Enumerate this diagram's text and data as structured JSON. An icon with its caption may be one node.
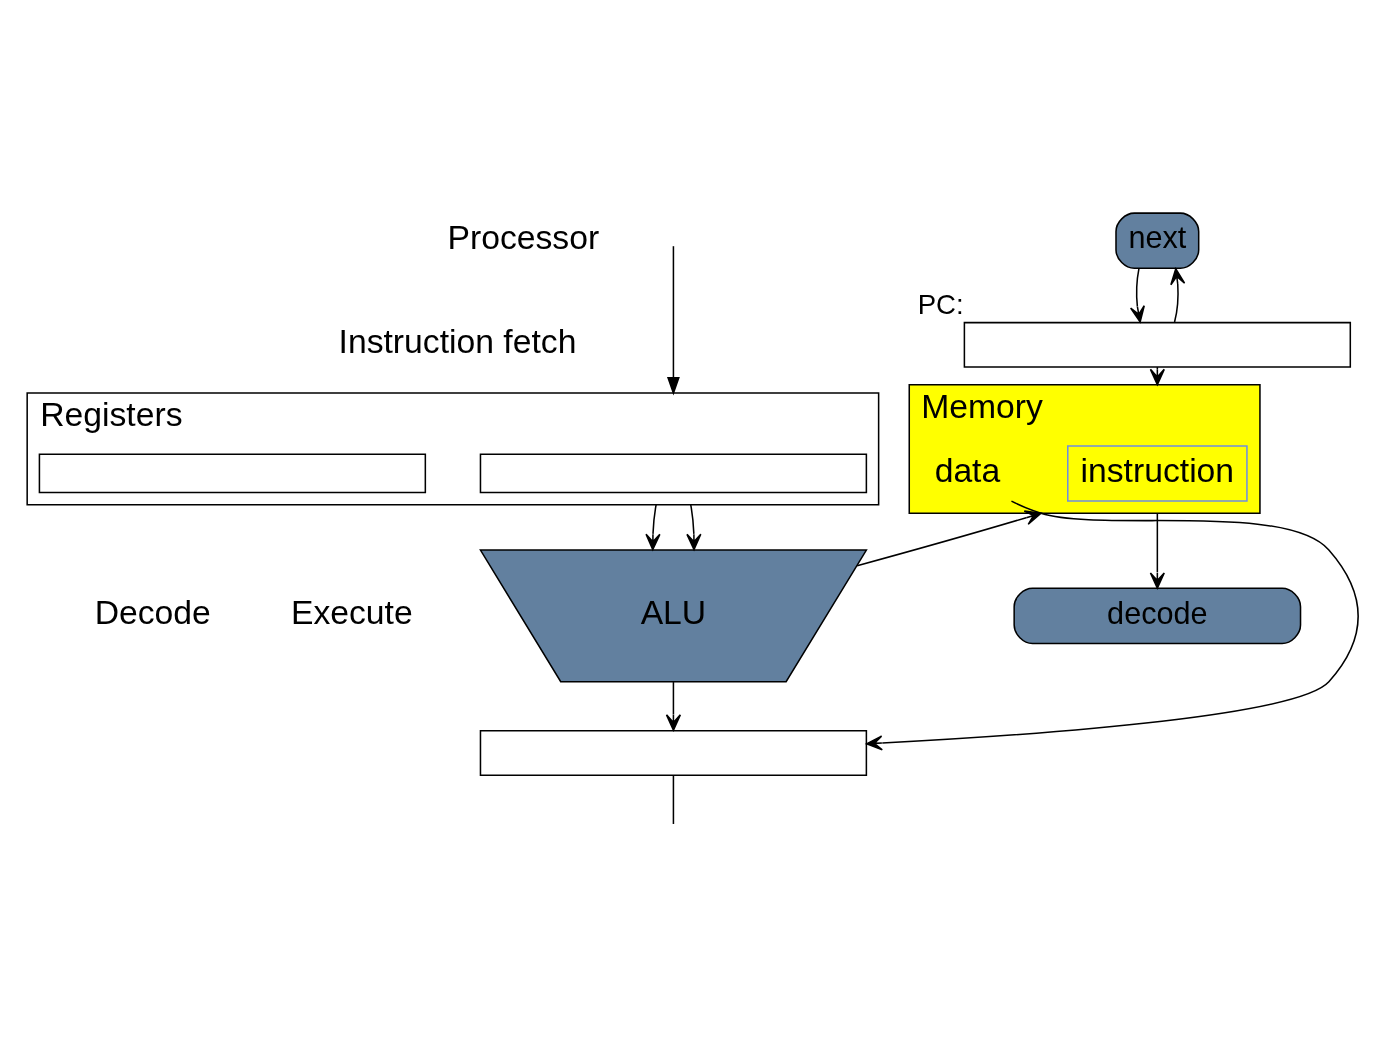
{
  "diagram": {
    "nodes": [
      {
        "text": [
          "Memory"
        ]
      },
      {
        "text": [
          "instruction"
        ],
        "in": 0
      },
      {
        "text": [
          "data"
        ],
        "in": 0
      },
      {
        "text": [
          "next"
        ]
      },
      {
        "text": [],
        "shape": "box",
        "beside": [
          "PC:"
        ]
      },
      {
        "text": [
          "decode"
        ]
      },
      {
        "text": [
          "Registers"
        ]
      },
      {
        "text": [],
        "shape": "box",
        "in": 6
      },
      {
        "text": [],
        "shape": "box",
        "in": 6
      },
      {
        "text": [
          "ALU"
        ]
      },
      {
        "text": [],
        "shape": "box"
      }
    ],
    "edges": [
      {
        "from": 3,
        "to": 4,
        "arrow": "to"
      },
      {
        "from": 4,
        "to": 0,
        "arrow": "to"
      },
      {
        "from": 4,
        "to": 3,
        "arrow": "to"
      },
      {
        "from": 0,
        "to": 5,
        "arrow": "to"
      },
      {
        "from": 6,
        "to": 9,
        "arrow": "to"
      },
      {
        "from": 6,
        "to": 9,
        "arrow": "to"
      },
      {
        "from": 9,
        "to": 0,
        "arrow": "to"
      },
      {
        "from": 9,
        "to": 10,
        "arrow": "to"
      },
      {
        "from": 2,
        "to": 10,
        "arrow": "to"
      },
      {
        "from": 10,
        "to": null,
        "arrow": "none"
      },
      {
        "from": null,
        "to": 6,
        "arrow": "to"
      }
    ],
    "labels": [
      "Processor",
      "Instruction fetch",
      "Decode",
      "Execute"
    ]
  }
}
